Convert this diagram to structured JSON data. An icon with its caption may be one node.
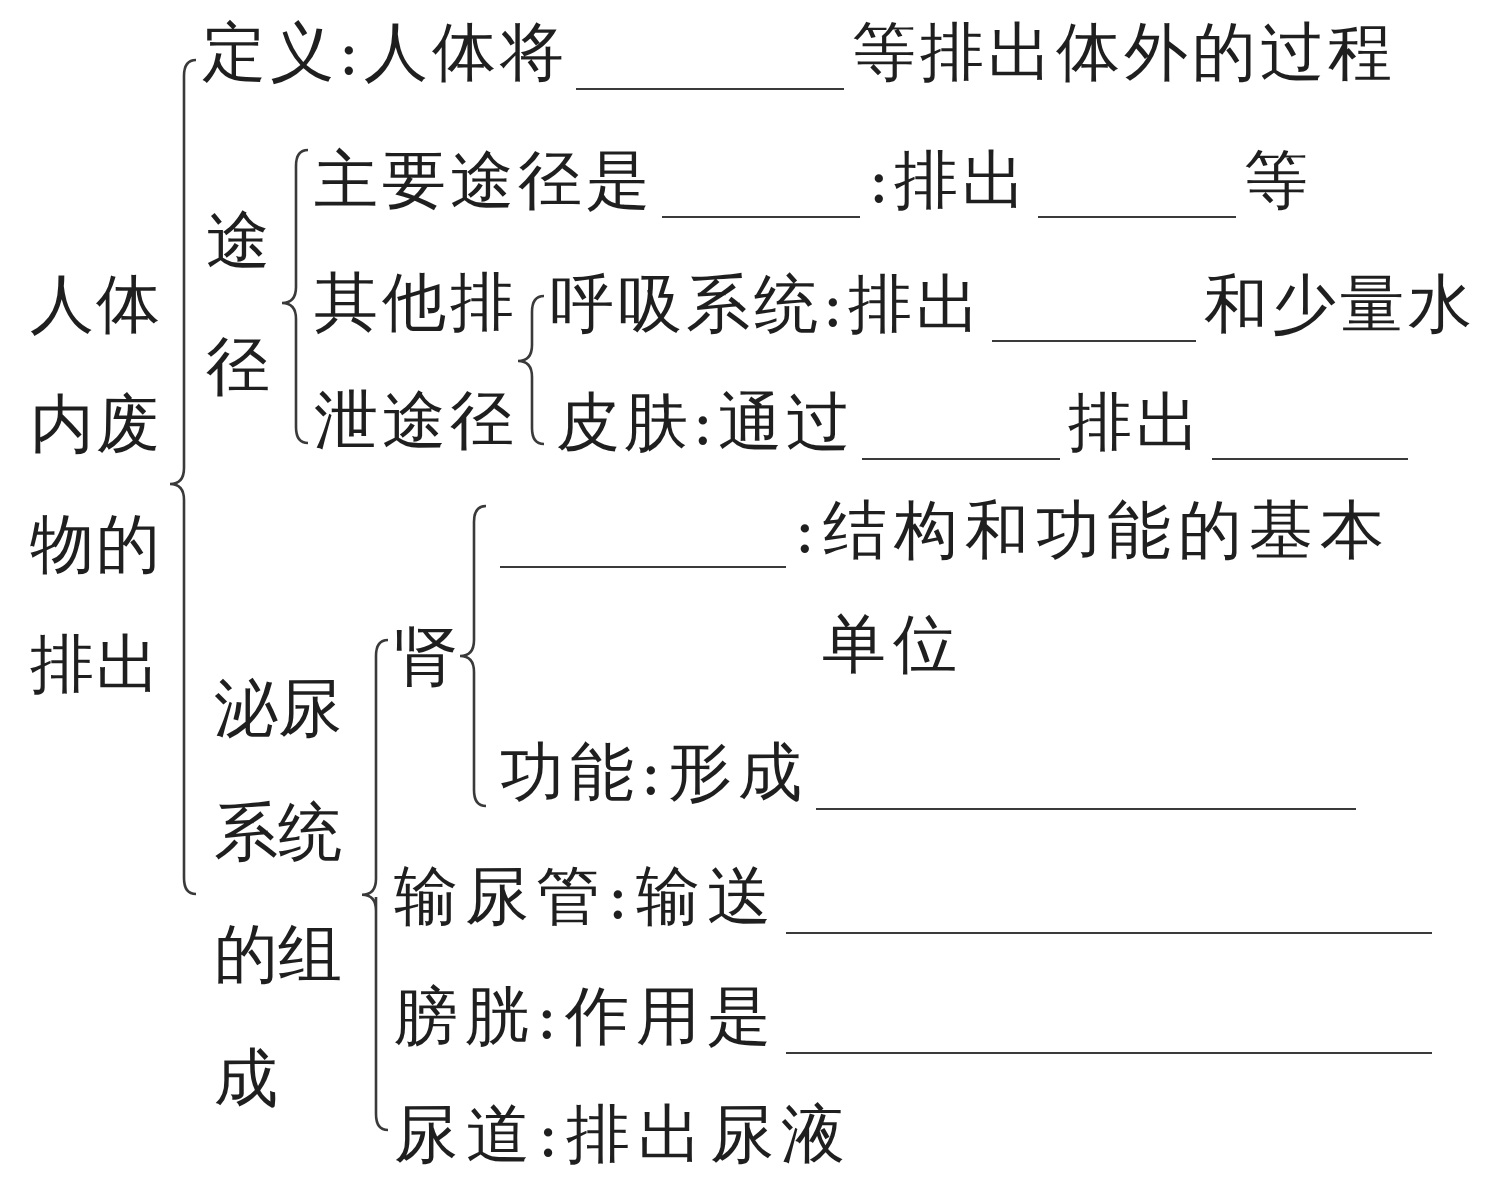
{
  "diagram": {
    "nodes": [
      {
        "text": [
          "人体内废物的排出"
        ]
      },
      {
        "text": [
          "定义:人体将",
          "等排出体外的过程"
        ]
      },
      {
        "text": [
          "途径"
        ]
      },
      {
        "text": [
          "主要途径是",
          ":排出",
          "等"
        ]
      },
      {
        "text": [
          "其他排泄途径"
        ]
      },
      {
        "text": [
          "呼吸系统:排出",
          "和少量水"
        ]
      },
      {
        "text": [
          "皮肤:通过",
          "排出"
        ]
      },
      {
        "text": [
          "泌尿系统的组成"
        ]
      },
      {
        "text": [
          "肾"
        ]
      },
      {
        "text": [
          ":结构和功能的基本单位"
        ]
      },
      {
        "text": [
          "功能:形成"
        ]
      },
      {
        "text": [
          "输尿管:输送"
        ]
      },
      {
        "text": [
          "膀胱:作用是"
        ]
      },
      {
        "text": [
          "尿道:排出尿液"
        ]
      }
    ],
    "edges": [
      {
        "from": 0,
        "to": 1,
        "arrow": "none"
      },
      {
        "from": 0,
        "to": 2,
        "arrow": "none"
      },
      {
        "from": 0,
        "to": 7,
        "arrow": "none"
      },
      {
        "from": 2,
        "to": 3,
        "arrow": "none"
      },
      {
        "from": 2,
        "to": 4,
        "arrow": "none"
      },
      {
        "from": 4,
        "to": 5,
        "arrow": "none"
      },
      {
        "from": 4,
        "to": 6,
        "arrow": "none"
      },
      {
        "from": 7,
        "to": 8,
        "arrow": "none"
      },
      {
        "from": 7,
        "to": 11,
        "arrow": "none"
      },
      {
        "from": 7,
        "to": 12,
        "arrow": "none"
      },
      {
        "from": 7,
        "to": 13,
        "arrow": "none"
      },
      {
        "from": 8,
        "to": 9,
        "arrow": "none"
      },
      {
        "from": 8,
        "to": 10,
        "arrow": "none"
      }
    ]
  }
}
